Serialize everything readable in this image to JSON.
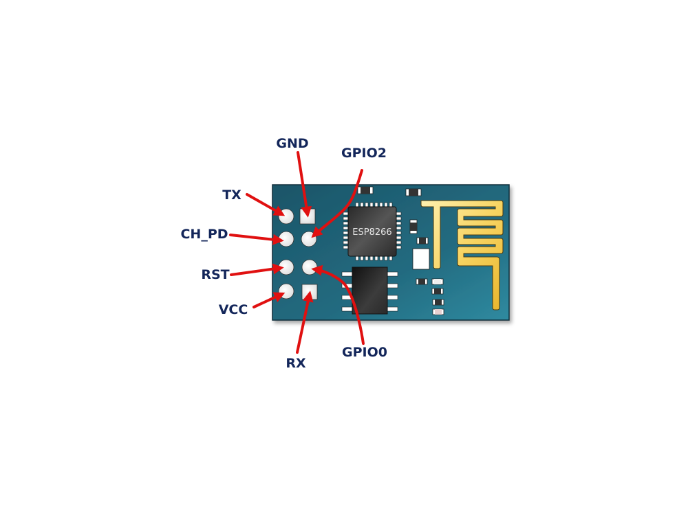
{
  "diagram": {
    "module_chip_label": "ESP8266",
    "pins": [
      {
        "id": "gnd",
        "label": "GND",
        "shape": "square"
      },
      {
        "id": "gpio2",
        "label": "GPIO2",
        "shape": "circle"
      },
      {
        "id": "tx",
        "label": "TX",
        "shape": "circle"
      },
      {
        "id": "ch_pd",
        "label": "CH_PD",
        "shape": "circle"
      },
      {
        "id": "rst",
        "label": "RST",
        "shape": "circle"
      },
      {
        "id": "vcc",
        "label": "VCC",
        "shape": "circle"
      },
      {
        "id": "rx",
        "label": "RX",
        "shape": "square"
      },
      {
        "id": "gpio0",
        "label": "GPIO0",
        "shape": "circle"
      }
    ],
    "colors": {
      "board": "#1e5f74",
      "board_light": "#2b7d93",
      "pad": "#ffffff",
      "arrow": "#e01010",
      "label": "#13265a",
      "antenna": "#f5c842",
      "chip": "#3a3a3a"
    }
  }
}
